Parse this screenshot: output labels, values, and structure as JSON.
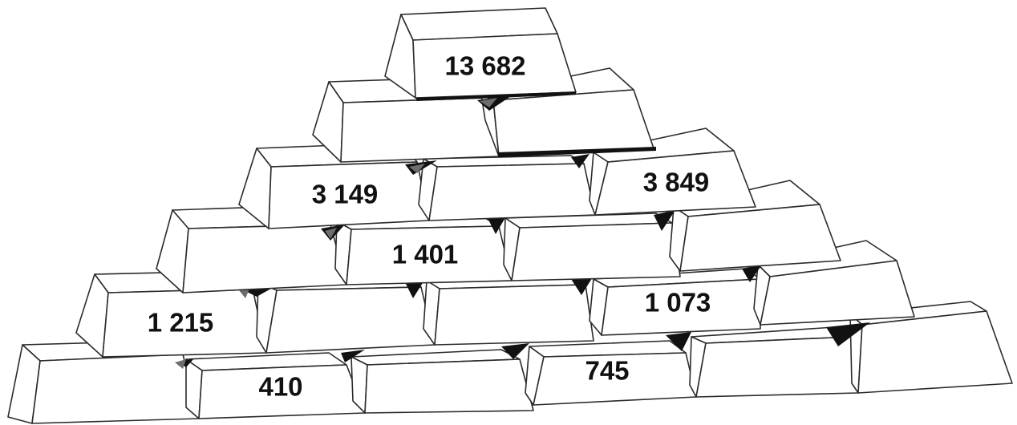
{
  "pyramid": {
    "top": "13 682",
    "row2": [
      "",
      ""
    ],
    "row3": [
      "3 149",
      "",
      "3 849"
    ],
    "row4": [
      "",
      "1 401",
      "",
      ""
    ],
    "row5": [
      "1 215",
      "",
      "",
      "1 073",
      ""
    ],
    "row6": [
      "",
      "410",
      "",
      "745",
      "",
      ""
    ]
  }
}
